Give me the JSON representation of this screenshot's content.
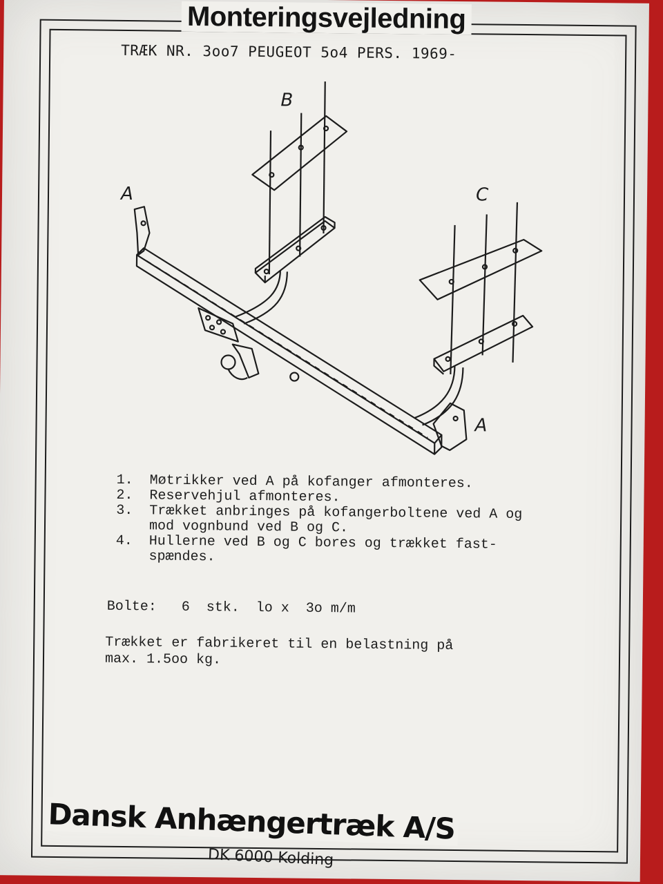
{
  "document": {
    "title": "Monteringsvejledning",
    "subtitle": "TRÆK NR. 3oo7 PEUGEOT 5o4 PERS. 1969-",
    "diagram_labels": {
      "a_left": "A",
      "b": "B",
      "c": "C",
      "a_right": "A"
    },
    "steps": [
      {
        "num": "1.",
        "text": "Møtrikker ved A på kofanger afmonteres."
      },
      {
        "num": "2.",
        "text": "Reservehjul afmonteres."
      },
      {
        "num": "3.",
        "text": "Trækket anbringes på kofangerboltene ved A og mod vognbund ved B og C."
      },
      {
        "num": "4.",
        "text": "Hullerne ved B og C bores og trækket fast- spændes."
      }
    ],
    "bolts": "Bolte:   6  stk.  lo x  3o m/m",
    "load_note": "Trækket er fabrikeret til en belastning på max. 1.5oo kg.",
    "company": "Dansk Anhængertræk A/S",
    "city": "DK 6000 Kolding"
  },
  "colors": {
    "paper": "#f1f0ec",
    "ink": "#1c1c1c",
    "background": "#b81c1c"
  }
}
